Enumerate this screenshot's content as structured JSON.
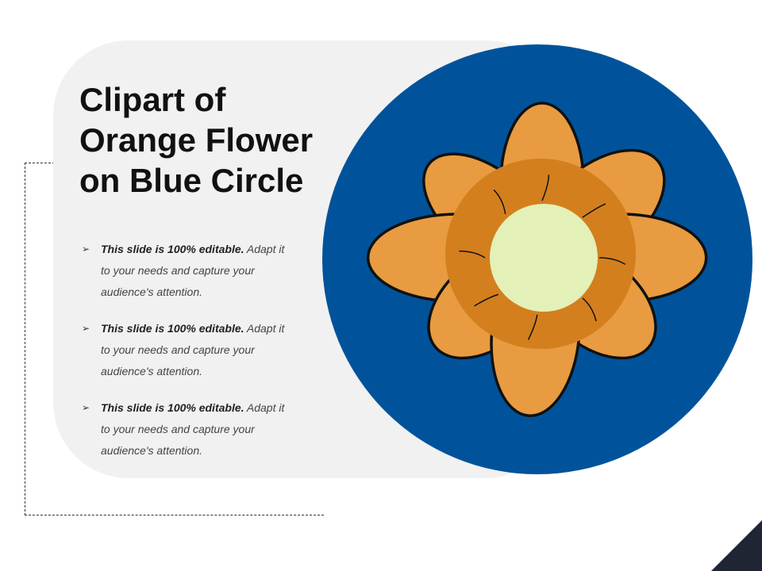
{
  "slide": {
    "title_lines": [
      "Clipart of",
      "Orange Flower",
      "on Blue Circle"
    ],
    "bullets": [
      {
        "bold": "This slide is 100% editable.",
        "rest_line1": " Adapt it",
        "rest_line2": "to your needs and capture your",
        "rest_line3": "audience's attention."
      },
      {
        "bold": "This slide is 100% editable.",
        "rest_line1": " Adapt it",
        "rest_line2": "to your needs and capture your",
        "rest_line3": "audience's attention."
      },
      {
        "bold": "This slide is 100% editable.",
        "rest_line1": " Adapt it",
        "rest_line2": "to your needs and capture your",
        "rest_line3": "audience's attention."
      }
    ],
    "bullet_marker": "➢"
  },
  "colors": {
    "panel": "#f1f1f1",
    "circle": "#00539b",
    "petal": "#e89b40",
    "petal_inner": "#d47f1e",
    "center": "#e3f0b8",
    "corner": "#1f2533"
  }
}
